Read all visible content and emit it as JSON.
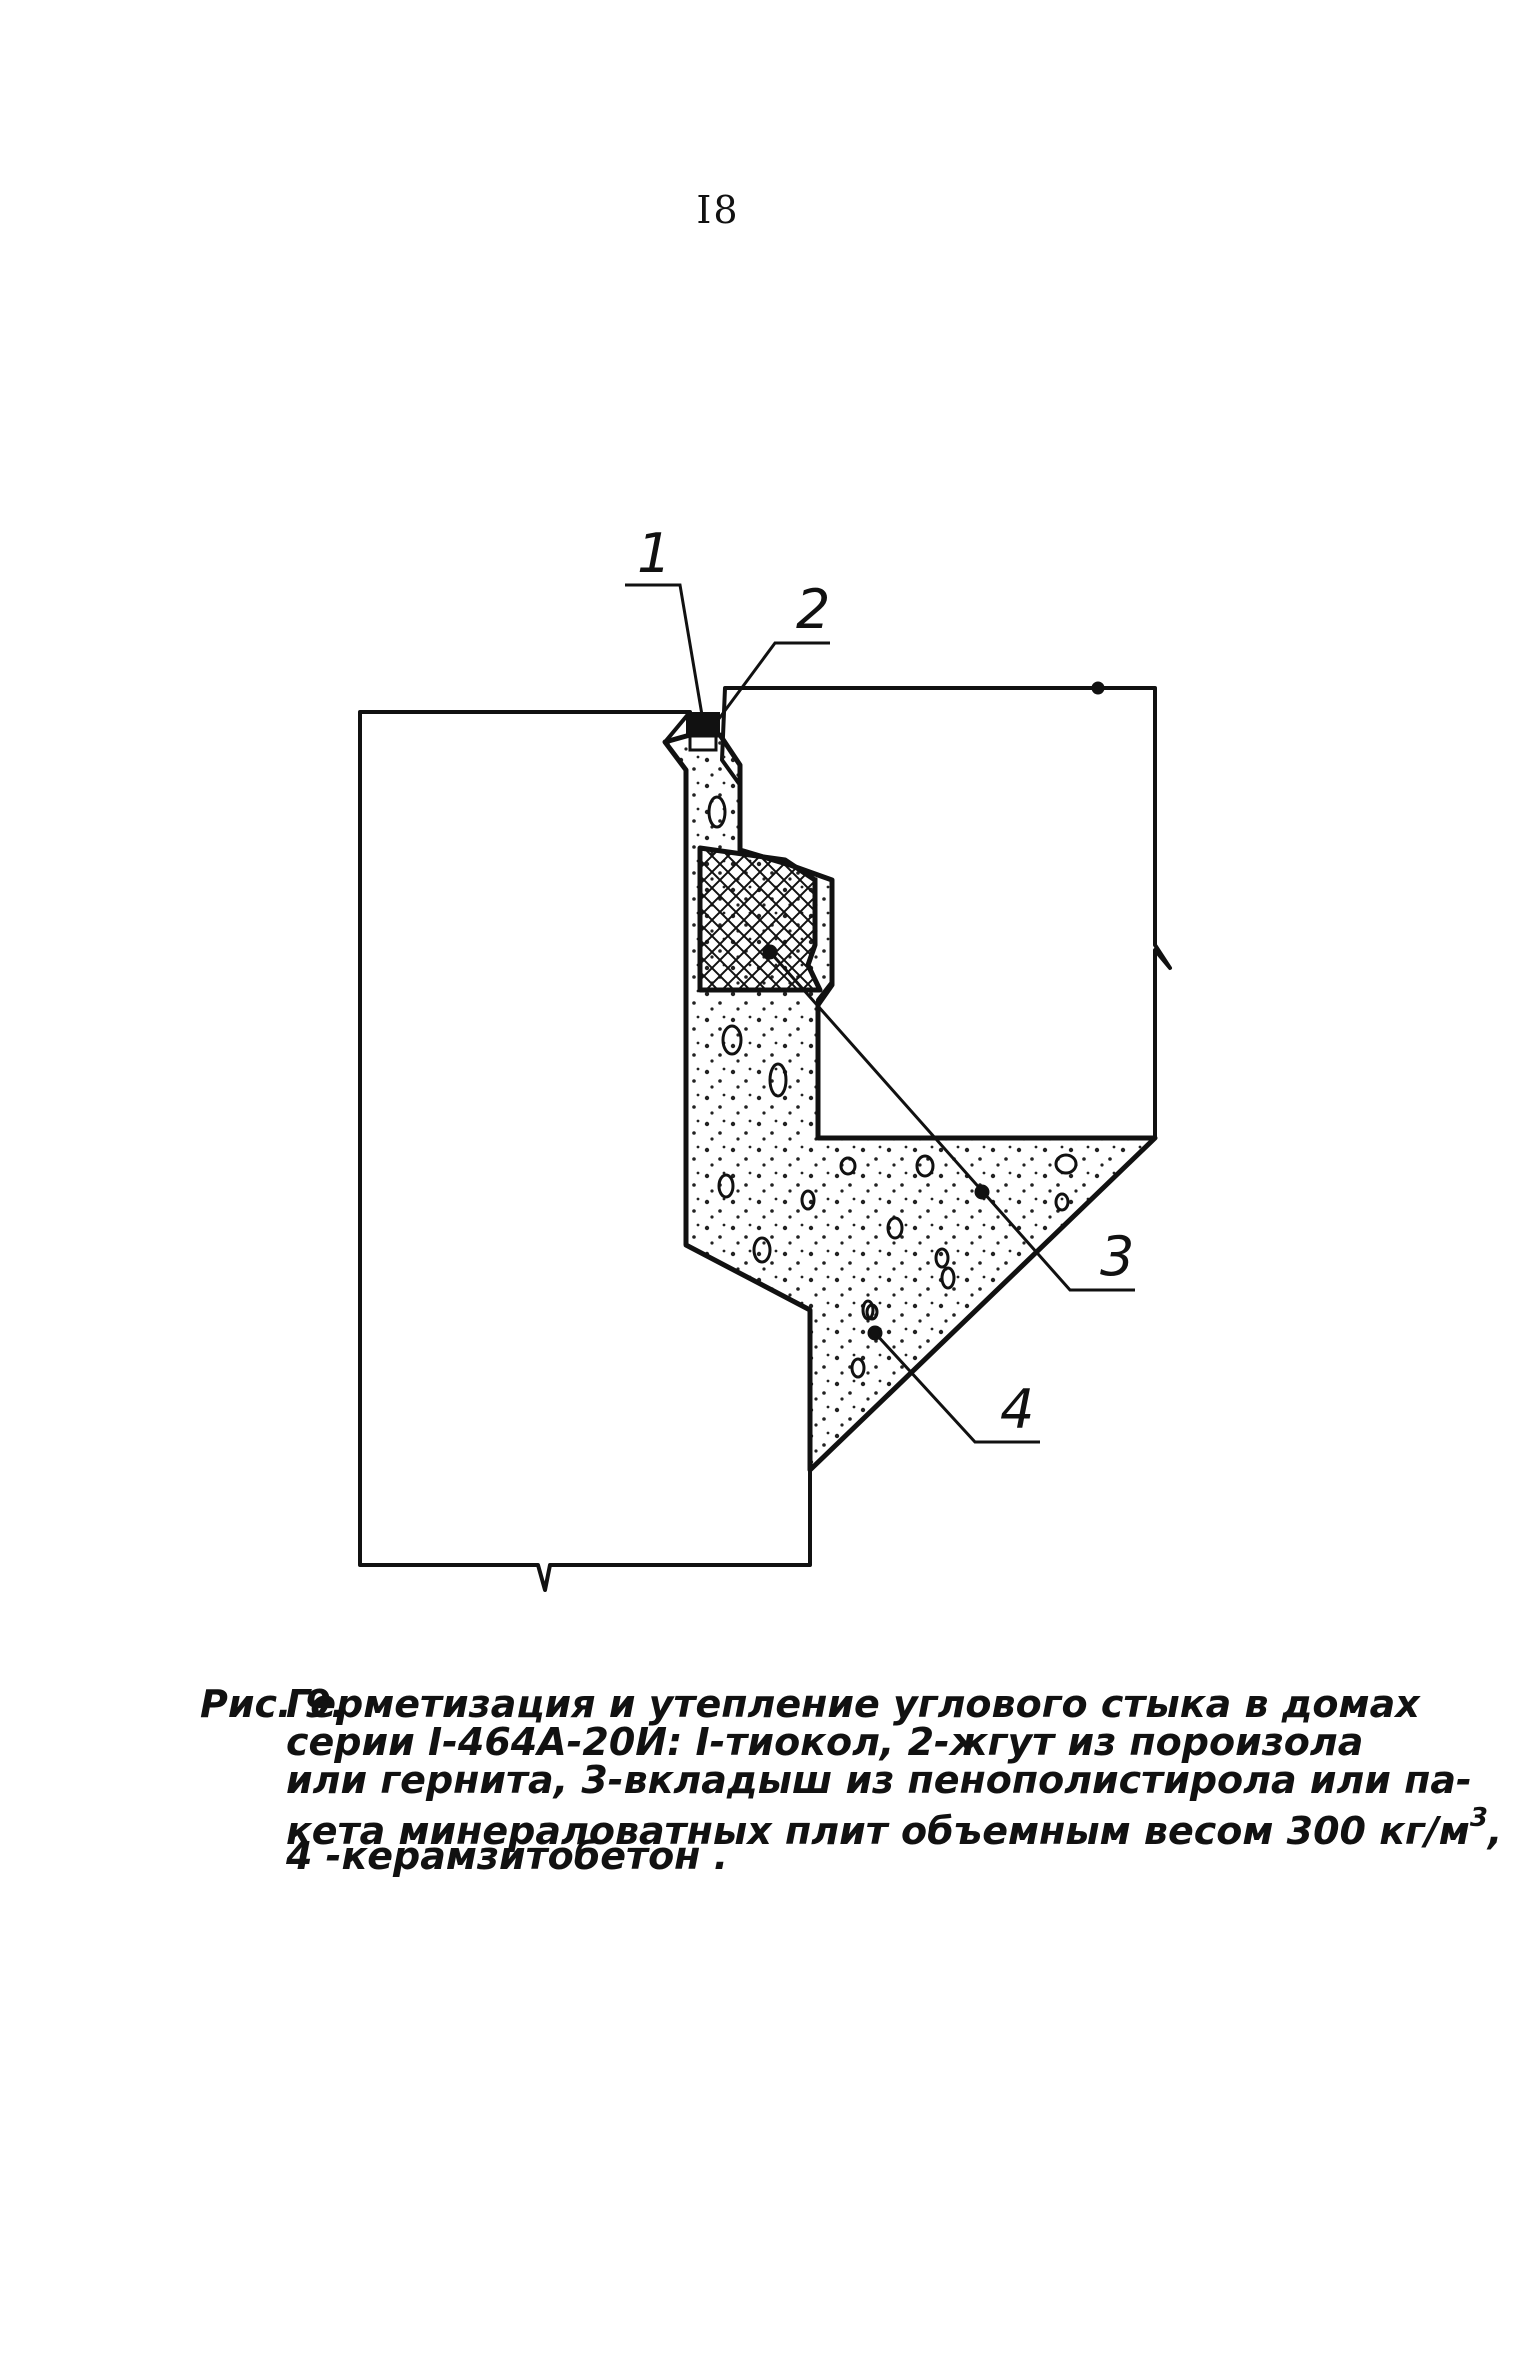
{
  "page": {
    "number": "I8"
  },
  "figure": {
    "callouts": [
      {
        "label": "1"
      },
      {
        "label": "2"
      },
      {
        "label": "3"
      },
      {
        "label": "4"
      }
    ]
  },
  "caption": {
    "figure_label": "Рис. 9.",
    "lines": [
      "Герметизация и утепление углового стыка в домах",
      "серии I-464А-20И: I-тиокол, 2-жгут из пороизола",
      "или гернита, 3-вкладыш из пенополистирола или па-",
      "кета минераловатных плит объемным весом 300 кг/м",
      "4 -керамзитобетон ."
    ],
    "superscript": "3"
  }
}
